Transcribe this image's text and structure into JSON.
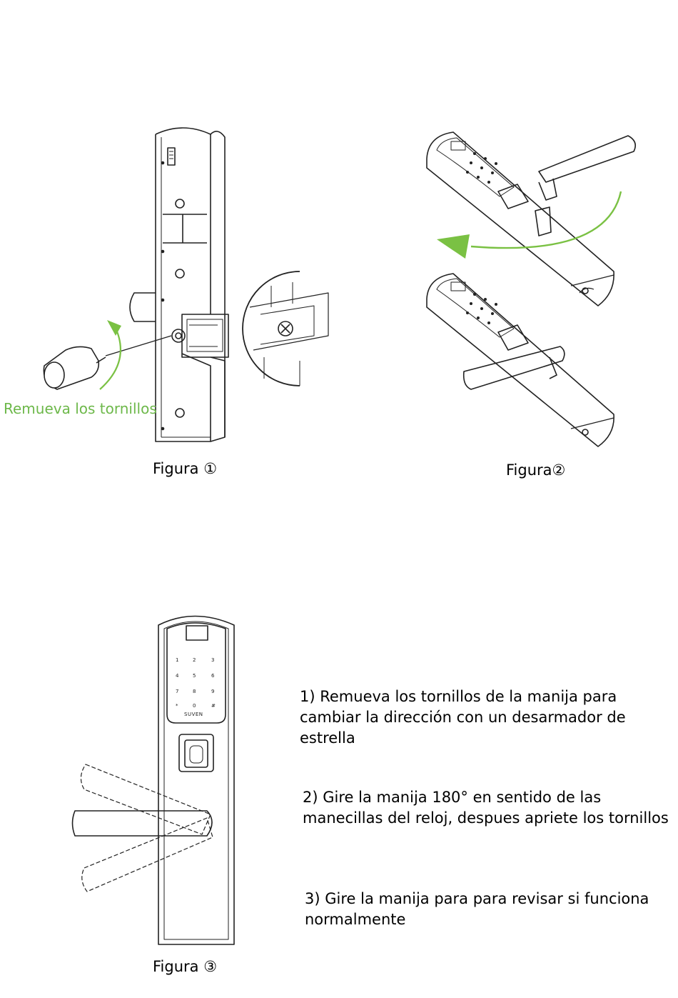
{
  "figure1": {
    "label": "Remueva los tornillos",
    "caption": "Figura ①"
  },
  "figure2": {
    "caption": "Figura②"
  },
  "figure3": {
    "caption": "Figura ③",
    "brand_text": "SUVEN"
  },
  "steps": [
    {
      "text": "1) Remueva los tornillos de la manija para cambiar la dirección con un desarmador de estrella"
    },
    {
      "text": "2) Gire la manija 180° en sentido de las manecillas del reloj, despues apriete los tornillos"
    },
    {
      "text": "3) Gire la manija para para revisar si funciona normalmente"
    }
  ],
  "colors": {
    "accent_arrow": "#7ac143",
    "label_green": "#6db84a",
    "line": "#222222"
  }
}
